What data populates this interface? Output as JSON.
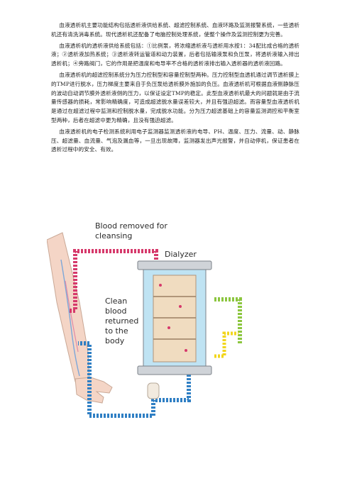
{
  "paragraphs": [
    "血液透析机主要功能结构包括透析液供给系统、超滤控制系统、血液环路及监测报警系统，一些透析机还有清洗消毒系统。现代透析机还配备了电脑控制处理系统，使整个操作及监测控制更为完善。",
    "血液透析机的透析液供给系统包括：①比例泵，将浓缩透析液与透析用水按1：34配比成合格的透析液；②透析液加热系统；③透析液转运管道和动力装置，后者包括输液泵和负压泵，将透析液输入排出透析机；④旁路阀门，它的作用是把温度和电导率不合格的透析液排出输入透析器的透析液回路。",
    "血液透析机的超滤控制系统分为压力控制型和容量控制型两种。压力控制型血透机通过调节透析膜上的TMP进行脱水，压力梯度主要来自于负压泵给透析膜外施加的负压。血液透析机可根据血液侧静脉压的波动自动调节膜外透析液侧的压力，以保证设定TMP的稳定。此型血液透析机最大的问题就是由于流量传感器的损耗，常影响精确度，可造成超滤脱水量误差较大，并且有强迫超滤。而容量型血液透析机是通过在超滤过程中监测和控制脱水量，完成脱水功能。分为压力超滤基础上的容量监测调控和平衡室型两种，后者在超滤中更为精确，且没有强迫超滤。",
    "血液透析机的电子检测系统利用电子监测器监测透析液的电导、PH、温度、压力、流量、动、静脉压、超滤量、血流量、气泡及漏血等，一旦出现故障，监测器发出声光报警，并自动停机，保证患者在透析过程中的安全、有效。"
  ],
  "figure": {
    "label_removed_1": "Blood removed for",
    "label_removed_2": "cleansing",
    "label_dialyzer": "Dialyzer",
    "label_clean": [
      "Clean",
      "blood",
      "returned",
      "to the",
      "body"
    ]
  },
  "colors": {
    "arterial_tube": "#d6396b",
    "venous_tube": "#2f7fc4",
    "dialysate_in": "#f2d61c",
    "dialysate_out": "#8cc63f",
    "dialyzer_core": "#f0dcc0",
    "dialyzer_bath": "#bfe3f3"
  }
}
